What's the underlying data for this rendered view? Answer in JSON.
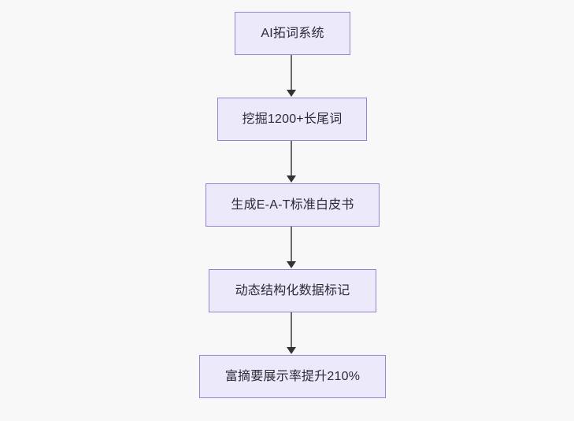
{
  "diagram": {
    "type": "flowchart",
    "orientation": "top-to-bottom",
    "background_color": "#f8f8f9",
    "node_fill_color": "#ece9fb",
    "node_border_color": "#9b7fd4",
    "node_text_color": "#2b2b33",
    "connector_color": "#6b6b6b",
    "arrowhead_color": "#333333",
    "nodes": [
      {
        "id": "n1",
        "label": "AI拓词系统"
      },
      {
        "id": "n2",
        "label": "挖掘1200+长尾词"
      },
      {
        "id": "n3",
        "label": "生成E-A-T标准白皮书"
      },
      {
        "id": "n4",
        "label": "动态结构化数据标记"
      },
      {
        "id": "n5",
        "label": "富摘要展示率提升210%"
      }
    ],
    "edges": [
      {
        "id": "e1",
        "from": "n1",
        "to": "n2",
        "label": ""
      },
      {
        "id": "e2",
        "from": "n2",
        "to": "n3",
        "label": ""
      },
      {
        "id": "e3",
        "from": "n3",
        "to": "n4",
        "label": ""
      },
      {
        "id": "e4",
        "from": "n4",
        "to": "n5",
        "label": ""
      }
    ]
  }
}
